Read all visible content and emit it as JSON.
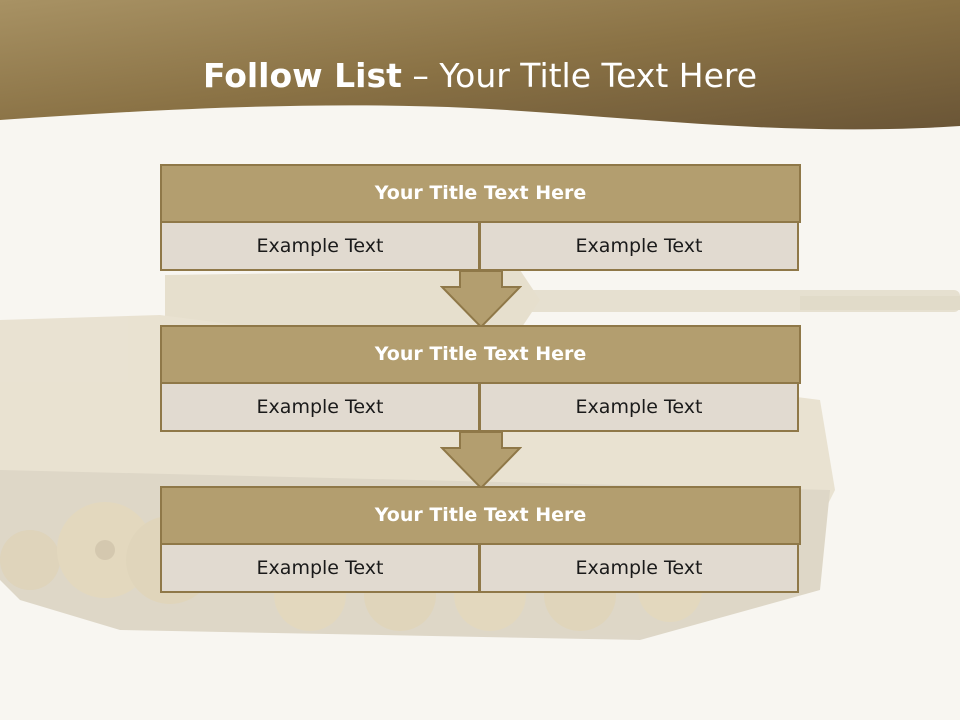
{
  "slide": {
    "title_bold": "Follow List",
    "title_rest": " – Your Title Text Here"
  },
  "blocks": [
    {
      "title": "Your Title Text Here",
      "left": "Example Text",
      "right": "Example Text"
    },
    {
      "title": "Your Title Text Here",
      "left": "Example Text",
      "right": "Example Text"
    },
    {
      "title": "Your Title Text Here",
      "left": "Example Text",
      "right": "Example Text"
    }
  ],
  "colors": {
    "header_band": "#8f7848",
    "block_header": "#b39e6f",
    "block_border": "#8f7848",
    "cell_fill": "#e1dad0",
    "arrow": "#b39e6f",
    "background": "#f8f6f1"
  }
}
